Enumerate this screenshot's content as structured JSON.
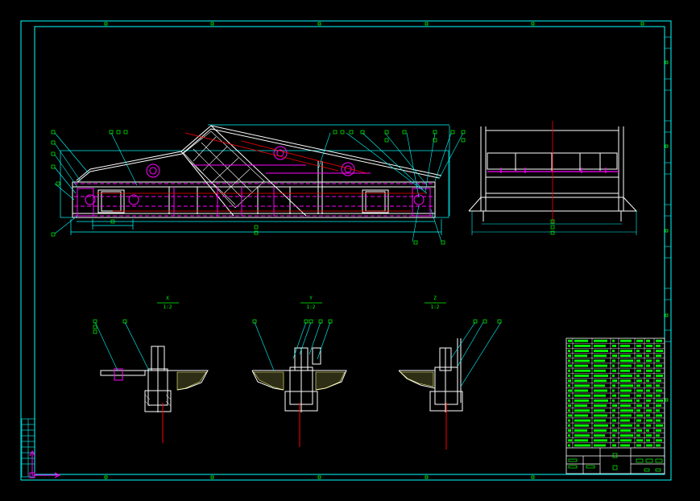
{
  "drawing": {
    "background": "#000000",
    "colors": {
      "frame": "#00ffff",
      "outline": "#ffffff",
      "hidden": "#ff00ff",
      "leader": "#00ffff",
      "text": "#00ff00",
      "centerline": "#ff0000",
      "fill": "#ffff80"
    }
  },
  "views": {
    "detail_x": {
      "title": "X",
      "scale": "1:2"
    },
    "detail_y": {
      "title": "Y",
      "scale": "1:2"
    },
    "detail_z": {
      "title": "Z",
      "scale": "1:2"
    }
  },
  "icons": {
    "ucs": "ucs-axis-icon"
  }
}
